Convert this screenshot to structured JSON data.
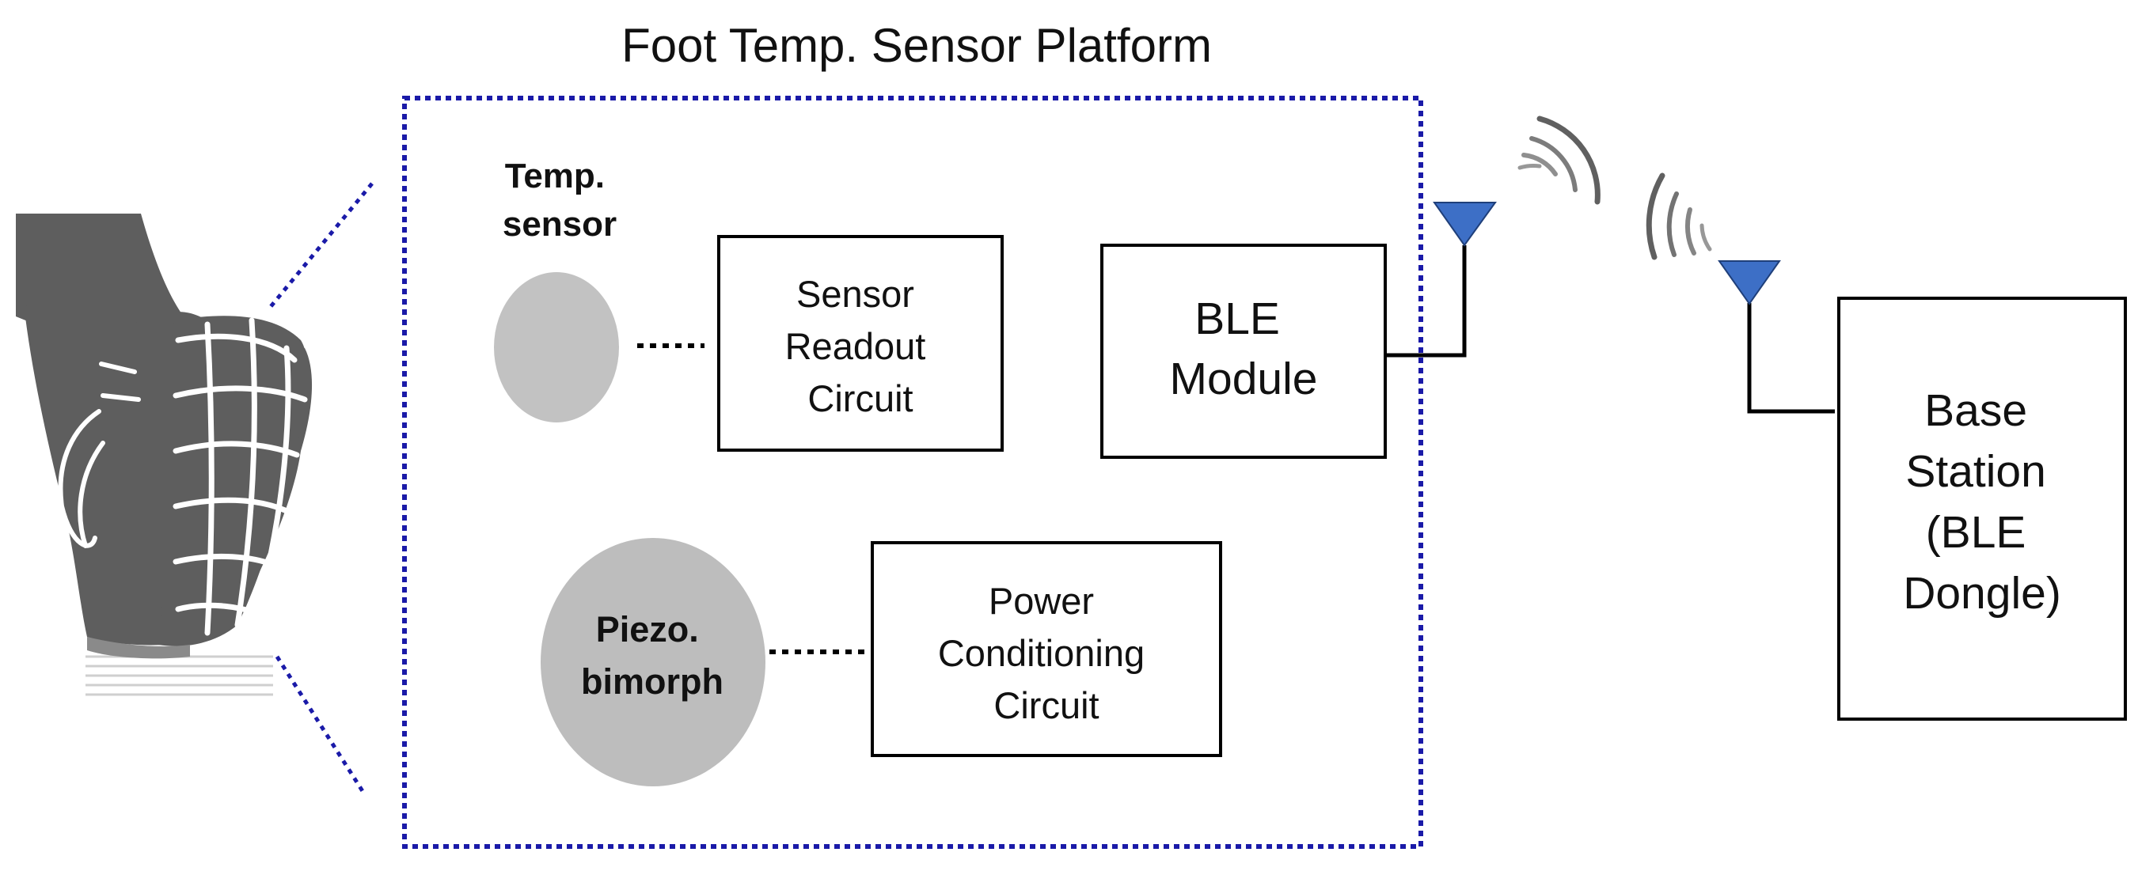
{
  "title": "Foot Temp. Sensor Platform",
  "colors": {
    "title": "#1a1aa8",
    "platform_border": "#1a1aa8",
    "antenna": "#3d6fc6",
    "sensor_circle": "#c2c2c2",
    "piezo_circle": "#bdbdbd",
    "shoe": "#5e5e5e"
  },
  "temp_sensor": {
    "label_line1": "Temp.",
    "label_line2": "sensor"
  },
  "piezo": {
    "label_line1": "Piezo.",
    "label_line2": "bimorph"
  },
  "sensor_readout": {
    "line1": "Sensor",
    "line2": "Readout",
    "line3": "Circuit"
  },
  "ble_module": {
    "line1": "BLE",
    "line2": "Module"
  },
  "power_conditioning": {
    "line1": "Power",
    "line2": "Conditioning",
    "line3": "Circuit"
  },
  "base_station": {
    "line1": "Base",
    "line2": "Station",
    "line3": "(BLE",
    "line4": "Dongle)"
  },
  "icons": [
    "shoe-icon",
    "antenna-icon",
    "wireless-signal-icon"
  ]
}
